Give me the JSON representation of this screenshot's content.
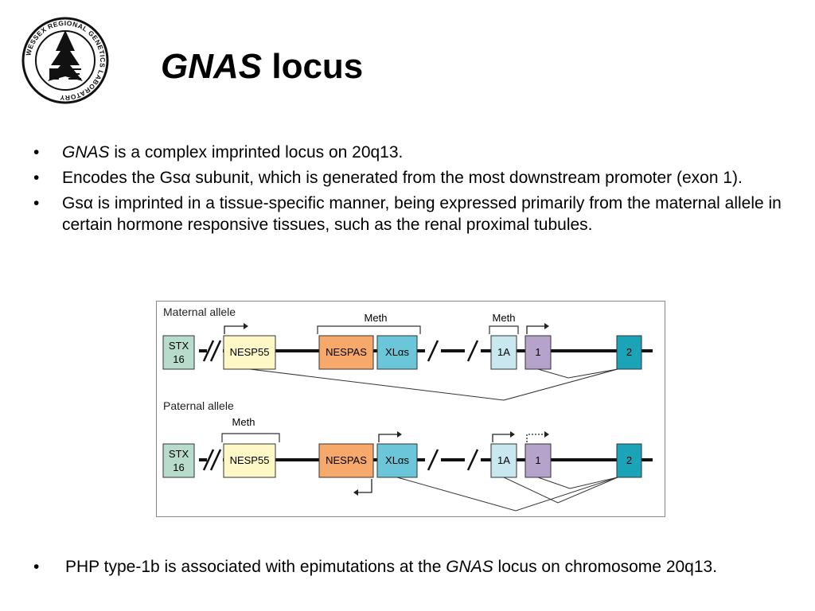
{
  "logo": {
    "ring_text": "WESSEX REGIONAL GENETICS LABORATORY",
    "icon": "tree-dna-logo-icon"
  },
  "title": {
    "italic": "GNAS",
    "rest": " locus"
  },
  "bullets": [
    {
      "italic_lead": "GNAS",
      "text": " is a complex imprinted locus on 20q13."
    },
    {
      "pre": "Encodes the Gs",
      "alpha": "α",
      "post": " subunit, which is generated from the most downstream promoter (exon 1)."
    },
    {
      "pre": "Gs",
      "alpha": "α",
      "post": " is imprinted in a tissue-specific manner, being expressed primarily from the maternal allele in certain hormone responsive tissues, such as the renal proximal tubules."
    }
  ],
  "diagram": {
    "maternal_label": "Maternal allele",
    "paternal_label": "Paternal allele",
    "meth_label": "Meth",
    "stx_line1": "STX",
    "stx_line2": "16",
    "nesp55": "NESP55",
    "nespas": "NESPAS",
    "xlas": "XLαs",
    "exon_1a": "1A",
    "exon_1": "1",
    "exon_2": "2",
    "colors": {
      "stx": "#b8dccb",
      "nesp55": "#fdf8c6",
      "nespas": "#f6a96b",
      "xlas": "#6cc6d9",
      "exon_1a": "#c8e7ef",
      "exon_1": "#b6a3cc",
      "exon_2": "#1ba3b8"
    }
  },
  "bottom": {
    "pre": "PHP type-1b is associated with epimutations at the ",
    "italic": "GNAS",
    "post": " locus on chromosome 20q13."
  }
}
